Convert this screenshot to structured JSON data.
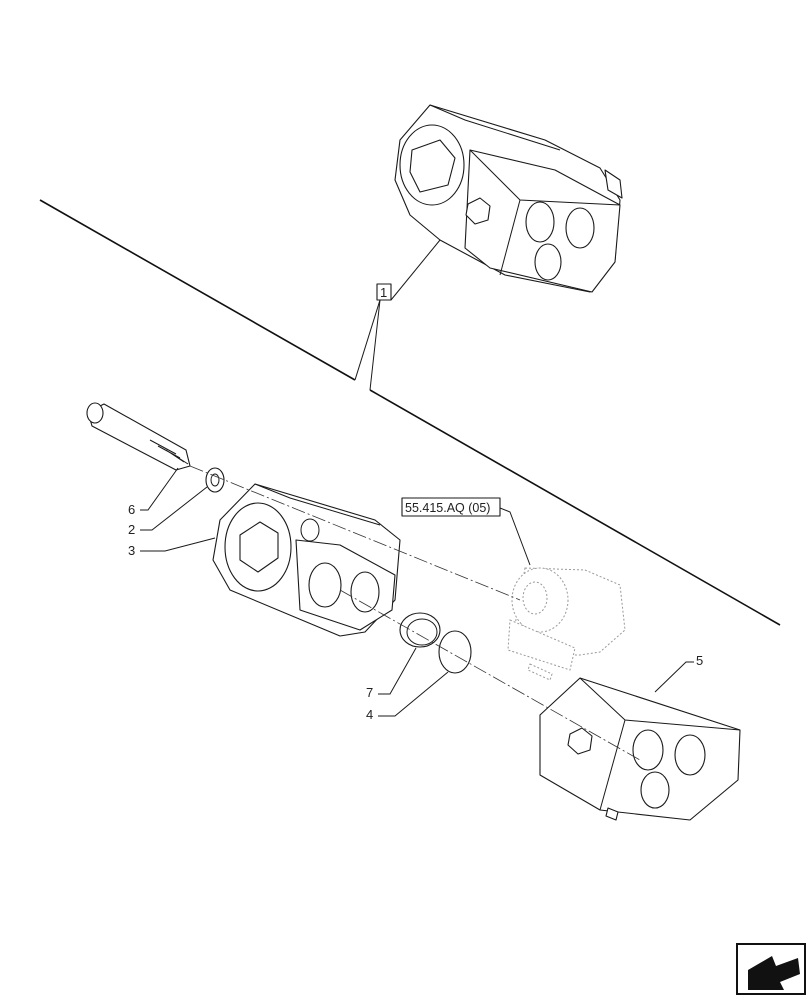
{
  "callouts": {
    "assembly": "1",
    "bolt": "6",
    "washer": "2",
    "valve_body": "3",
    "o_ring": "7",
    "seal_disc": "4",
    "valve_block": "5"
  },
  "reference": {
    "solenoid_ref": "55.415.AQ (05)"
  },
  "icons": {
    "nav": "arrow-back-icon"
  }
}
